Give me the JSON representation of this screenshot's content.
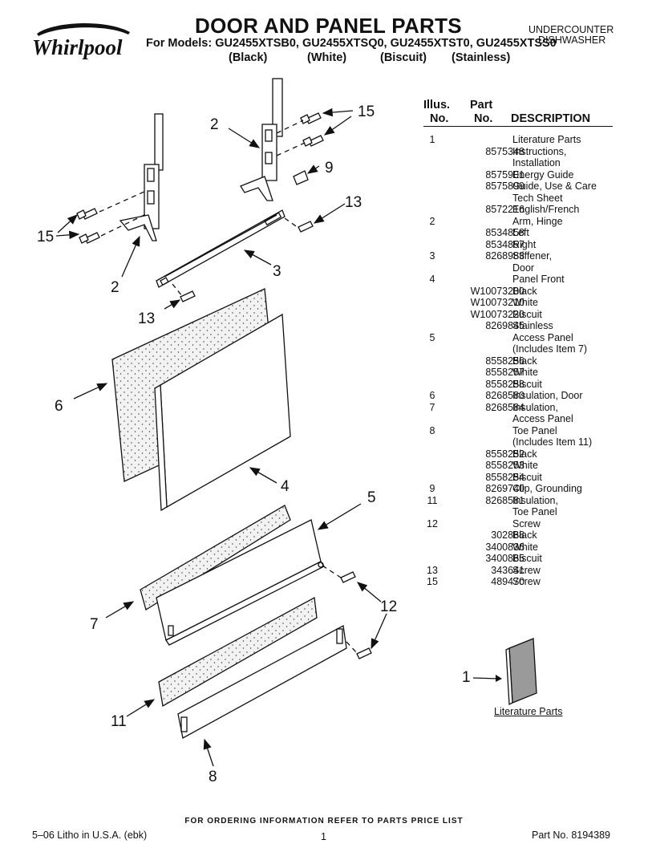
{
  "header": {
    "brand": "Whirlpool",
    "title": "DOOR AND PANEL PARTS",
    "models_line": "For Models: GU2455XTSB0, GU2455XTSQ0, GU2455XTST0, GU2455XTSS0",
    "variants": [
      "(Black)",
      "(White)",
      "(Biscuit)",
      "(Stainless)"
    ],
    "category_line1": "UNDERCOUNTER",
    "category_line2": "DISHWASHER"
  },
  "table": {
    "col_illus_1": "Illus.",
    "col_illus_2": "No.",
    "col_part_1": "Part",
    "col_part_2": "No.",
    "col_desc": "DESCRIPTION",
    "rows": [
      {
        "illus": "1",
        "part": "",
        "desc": "Literature Parts"
      },
      {
        "illus": "",
        "part": "8575348",
        "desc": "Instructions,"
      },
      {
        "illus": "",
        "part": "",
        "desc": "Installation"
      },
      {
        "illus": "",
        "part": "8575901",
        "desc": "Energy Guide"
      },
      {
        "illus": "",
        "part": "8575899",
        "desc": "Guide, Use & Care"
      },
      {
        "illus": "",
        "part": "",
        "desc": "Tech Sheet"
      },
      {
        "illus": "",
        "part": "8572216",
        "desc": "English/French"
      },
      {
        "illus": "2",
        "part": "",
        "desc": "Arm, Hinge"
      },
      {
        "illus": "",
        "part": "8534858",
        "desc": "Left"
      },
      {
        "illus": "",
        "part": "8534857",
        "desc": "Right"
      },
      {
        "illus": "3",
        "part": "8268983",
        "desc": "Stiffener,"
      },
      {
        "illus": "",
        "part": "",
        "desc": "Door"
      },
      {
        "illus": "4",
        "part": "",
        "desc": "Panel Front"
      },
      {
        "illus": "",
        "part": "W10073200",
        "desc": "Black"
      },
      {
        "illus": "",
        "part": "W10073210",
        "desc": "White"
      },
      {
        "illus": "",
        "part": "W10073220",
        "desc": "Biscuit"
      },
      {
        "illus": "",
        "part": "8269845",
        "desc": "Stainless"
      },
      {
        "illus": "5",
        "part": "",
        "desc": "Access Panel"
      },
      {
        "illus": "",
        "part": "",
        "desc": "(Includes Item 7)"
      },
      {
        "illus": "",
        "part": "8558256",
        "desc": "Black"
      },
      {
        "illus": "",
        "part": "8558257",
        "desc": "White"
      },
      {
        "illus": "",
        "part": "8558258",
        "desc": "Biscuit"
      },
      {
        "illus": "6",
        "part": "8268580",
        "desc": "Insulation, Door"
      },
      {
        "illus": "7",
        "part": "8268584",
        "desc": "Insulation,"
      },
      {
        "illus": "",
        "part": "",
        "desc": "Access Panel"
      },
      {
        "illus": "8",
        "part": "",
        "desc": "Toe Panel"
      },
      {
        "illus": "",
        "part": "",
        "desc": "(Includes Item 11)"
      },
      {
        "illus": "",
        "part": "8558252",
        "desc": "Black"
      },
      {
        "illus": "",
        "part": "8558253",
        "desc": "White"
      },
      {
        "illus": "",
        "part": "8558254",
        "desc": "Biscuit"
      },
      {
        "illus": "9",
        "part": "8269740",
        "desc": "Clip, Grounding"
      },
      {
        "illus": "11",
        "part": "8268581",
        "desc": "Insulation,"
      },
      {
        "illus": "",
        "part": "",
        "desc": "Toe Panel"
      },
      {
        "illus": "12",
        "part": "",
        "desc": "Screw"
      },
      {
        "illus": "",
        "part": "302868",
        "desc": "Black"
      },
      {
        "illus": "",
        "part": "3400836",
        "desc": "White"
      },
      {
        "illus": "",
        "part": "3400865",
        "desc": "Biscuit"
      },
      {
        "illus": "13",
        "part": "343641",
        "desc": "Screw"
      },
      {
        "illus": "15",
        "part": "489470",
        "desc": "Screw"
      }
    ]
  },
  "diagram": {
    "callouts": {
      "c15a": "15",
      "c2a": "2",
      "c9": "9",
      "c13a": "13",
      "c15b": "15",
      "c2b": "2",
      "c3": "3",
      "c13b": "13",
      "c6": "6",
      "c4": "4",
      "c5": "5",
      "c7": "7",
      "c12": "12",
      "c11": "11",
      "c8": "8"
    },
    "literature_number": "1",
    "literature_label": "Literature Parts"
  },
  "footer": {
    "order_note": "FOR ORDERING INFORMATION REFER TO PARTS PRICE LIST",
    "litho": "5–06 Litho in U.S.A. (ebk)",
    "page": "1",
    "part_no": "Part No. 8194389"
  },
  "colors": {
    "ink": "#111111",
    "insulation_fill": "#f2f2f2",
    "book_fill": "#9a9a9a"
  }
}
